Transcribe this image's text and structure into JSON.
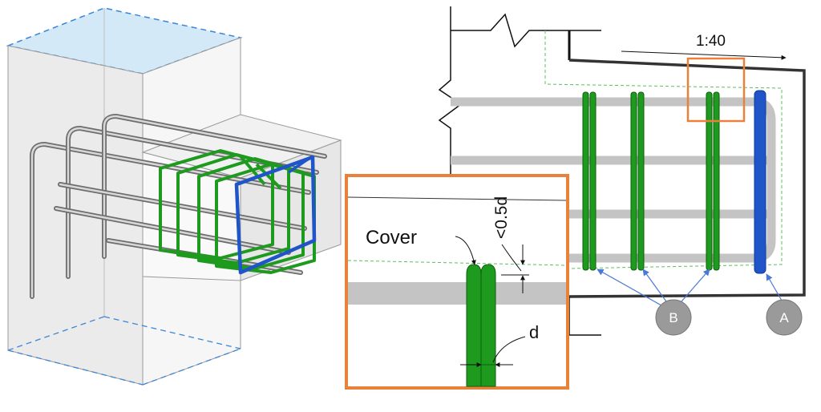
{
  "scale_label": "1:40",
  "detail": {
    "cover_label": "Cover",
    "half_d_label": "<0.5d",
    "d_label": "d"
  },
  "markers": {
    "a_label": "A",
    "b_label": "B"
  },
  "colors": {
    "stirrup_green": "#1e9a1e",
    "end_stirrup_blue": "#1f55c8",
    "callout_orange": "#e8823a",
    "marker_gray": "#9a9a9a",
    "leader_blue": "#4a78d6",
    "rebar_gray": "#c4c4c4"
  }
}
